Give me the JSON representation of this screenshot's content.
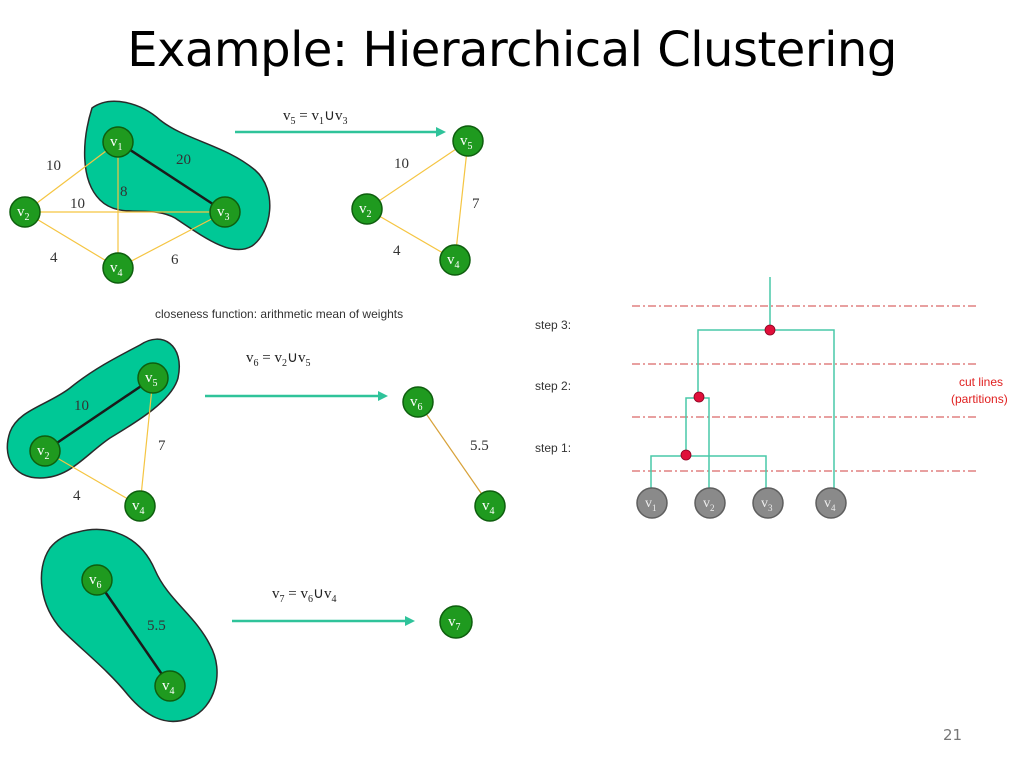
{
  "title": "Example: Hierarchical Clustering",
  "closeness_note": "closeness function: arithmetic mean of weights",
  "page_number": "21",
  "formulas": {
    "merge1": {
      "lhs": "v",
      "lhs_sub": "5",
      "eq": " = ",
      "a": "v",
      "a_sub": "1",
      "op": "∪",
      "b": "v",
      "b_sub": "3"
    },
    "merge2": {
      "lhs": "v",
      "lhs_sub": "6",
      "eq": " = ",
      "a": "v",
      "a_sub": "2",
      "op": "∪",
      "b": "v",
      "b_sub": "5"
    },
    "merge3": {
      "lhs": "v",
      "lhs_sub": "7",
      "eq": " = ",
      "a": "v",
      "a_sub": "6",
      "op": "∪",
      "b": "v",
      "b_sub": "4"
    }
  },
  "graph1": {
    "nodes": {
      "v1": {
        "t": "v",
        "s": "1"
      },
      "v2": {
        "t": "v",
        "s": "2"
      },
      "v3": {
        "t": "v",
        "s": "3"
      },
      "v4": {
        "t": "v",
        "s": "4"
      }
    },
    "weights": {
      "v1v2": "10",
      "v1v3": "20",
      "v1v4": "8",
      "v2v3": "10",
      "v2v4": "4",
      "v3v4": "6"
    }
  },
  "graph2": {
    "nodes": {
      "v5": {
        "t": "v",
        "s": "5"
      },
      "v2": {
        "t": "v",
        "s": "2"
      },
      "v4": {
        "t": "v",
        "s": "4"
      }
    },
    "weights": {
      "v5v2": "10",
      "v5v4": "7",
      "v2v4": "4"
    }
  },
  "graph3": {
    "nodes": {
      "v5": {
        "t": "v",
        "s": "5"
      },
      "v2": {
        "t": "v",
        "s": "2"
      },
      "v4": {
        "t": "v",
        "s": "4"
      }
    },
    "weights": {
      "v2v5": "10",
      "v5v4": "7",
      "v2v4": "4"
    }
  },
  "graph4": {
    "nodes": {
      "v6": {
        "t": "v",
        "s": "6"
      },
      "v4": {
        "t": "v",
        "s": "4"
      }
    },
    "weights": {
      "v6v4": "5.5"
    }
  },
  "graph5": {
    "nodes": {
      "v6": {
        "t": "v",
        "s": "6"
      },
      "v4": {
        "t": "v",
        "s": "4"
      }
    },
    "weights": {
      "v6v4": "5.5"
    }
  },
  "graph6": {
    "nodes": {
      "v7": {
        "t": "v",
        "s": "7"
      }
    }
  },
  "dendrogram": {
    "steps": [
      "step 3:",
      "step 2:",
      "step 1:"
    ],
    "leaves": [
      {
        "t": "v",
        "s": "1"
      },
      {
        "t": "v",
        "s": "2"
      },
      {
        "t": "v",
        "s": "3"
      },
      {
        "t": "v",
        "s": "4"
      }
    ],
    "cut_label_line1": "cut lines",
    "cut_label_line2": "(partitions)",
    "colors": {
      "link": "#48c9a8",
      "cut": "#d24040",
      "merge_dot": "#e0103a",
      "leaf": "#8a8a8a"
    }
  },
  "colors": {
    "cluster": "#00c896",
    "node": "#1f9a1f",
    "arrow": "#2fc39a",
    "weak_edge": "#f5c542"
  }
}
